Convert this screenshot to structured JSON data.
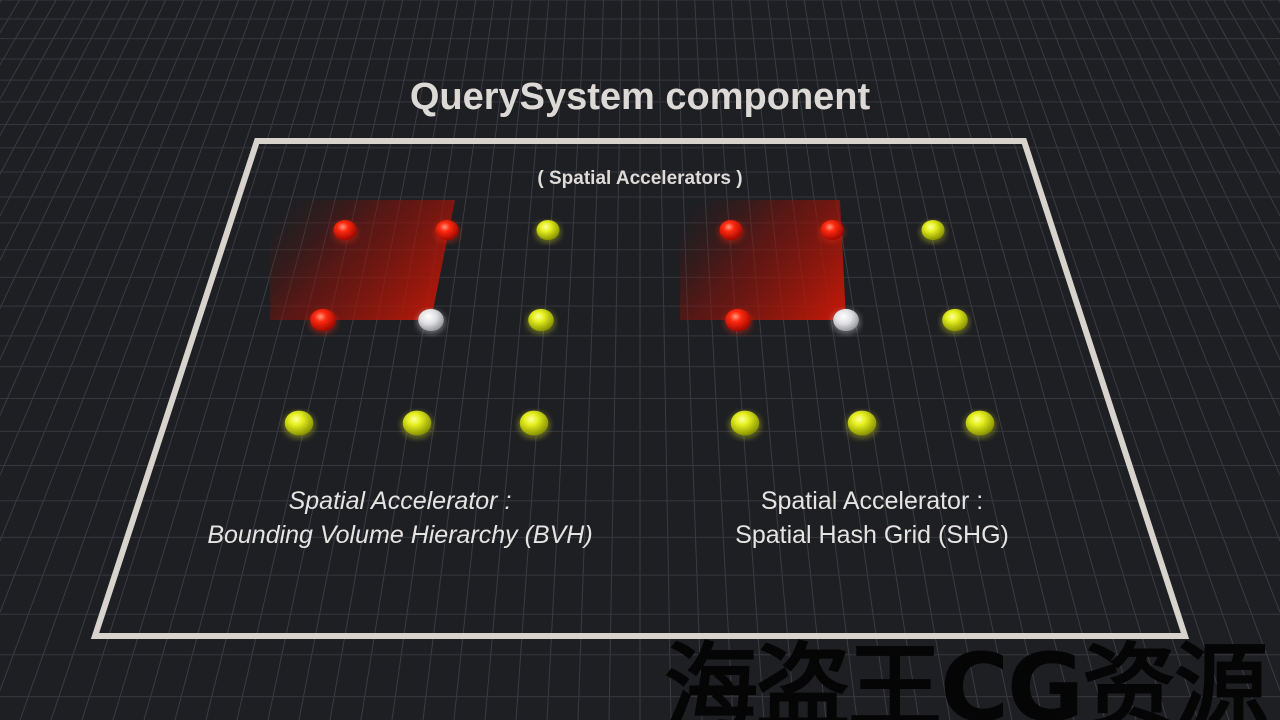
{
  "title": "QuerySystem component",
  "subtitle": "( Spatial Accelerators )",
  "accelerators": [
    {
      "line1": "Spatial Accelerator :",
      "line2": "Bounding Volume Hierarchy (BVH)",
      "points": [
        "hit",
        "hit",
        "miss",
        "hit",
        "query",
        "miss",
        "miss",
        "miss",
        "miss"
      ]
    },
    {
      "line1": "Spatial Accelerator :",
      "line2": "Spatial Hash Grid (SHG)",
      "points": [
        "hit",
        "hit",
        "miss",
        "hit",
        "query",
        "miss",
        "miss",
        "miss",
        "miss"
      ]
    }
  ],
  "colors": {
    "hit": "#ff2a10",
    "miss": "#e6f020",
    "query": "#e8e8ea",
    "frame": "#d8d3cd",
    "region": "#c01808",
    "background": "#1e1f23"
  },
  "watermark": "海盗王CG资源"
}
